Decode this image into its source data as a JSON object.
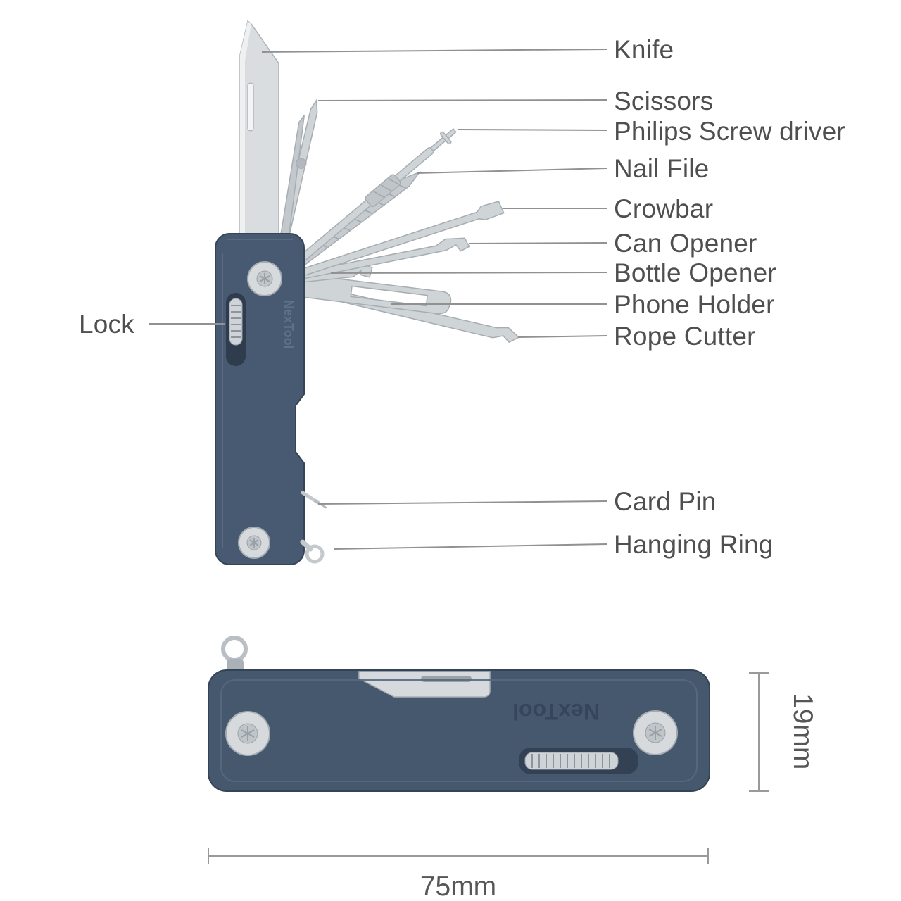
{
  "callouts": {
    "knife": "Knife",
    "scissors": "Scissors",
    "philips_screwdriver": "Philips Screw driver",
    "nail_file": "Nail File",
    "crowbar": "Crowbar",
    "can_opener": "Can Opener",
    "bottle_opener": "Bottle Opener",
    "phone_holder": "Phone Holder",
    "rope_cutter": "Rope Cutter",
    "lock": "Lock",
    "card_pin": "Card Pin",
    "hanging_ring": "Hanging Ring"
  },
  "dimensions": {
    "length": "75mm",
    "height": "19mm"
  },
  "brand": {
    "name": "NexTool"
  },
  "colors": {
    "body_navy": "#46586e",
    "steel": "#d6dadd",
    "label_text": "#4f4f4f",
    "leader_line": "#919191"
  }
}
